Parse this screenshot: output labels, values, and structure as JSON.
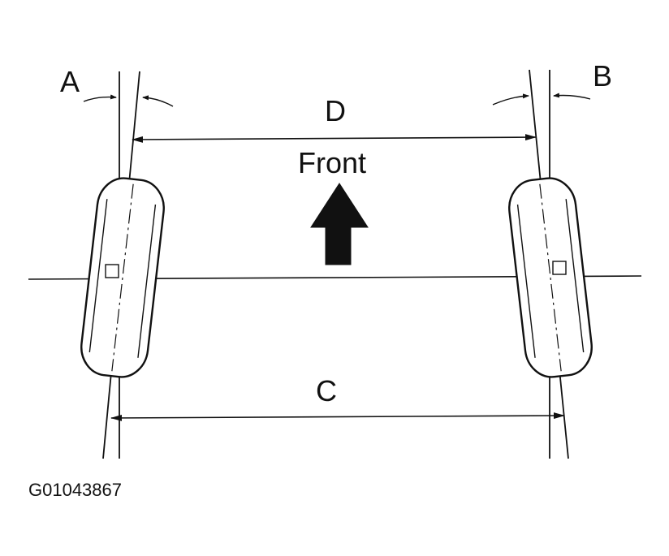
{
  "labels": {
    "a": "A",
    "b": "B",
    "c": "C",
    "d": "D",
    "front": "Front"
  },
  "figure_code": "G01043867",
  "colors": {
    "ink": "#111111",
    "background": "#ffffff"
  }
}
